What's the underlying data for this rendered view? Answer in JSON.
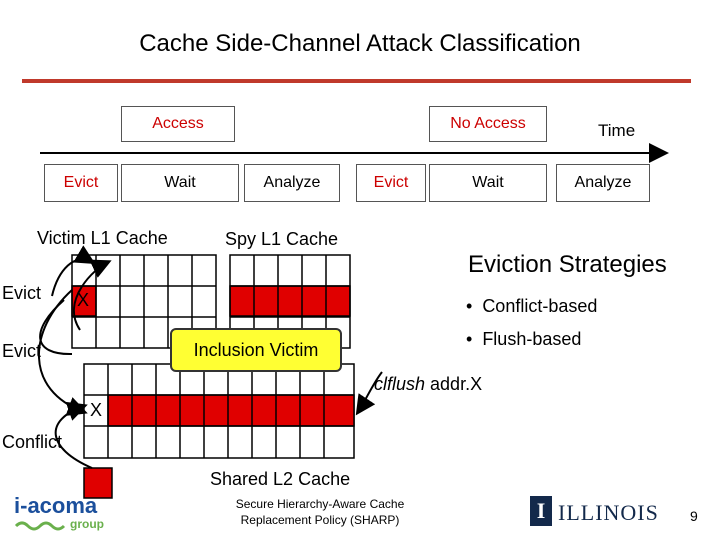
{
  "title": "Cache Side-Channel Attack Classification",
  "timeline": {
    "access": "Access",
    "no_access": "No Access",
    "time": "Time",
    "phases": [
      "Evict",
      "Wait",
      "Analyze",
      "Evict",
      "Wait",
      "Analyze"
    ]
  },
  "caches": {
    "victim_l1": "Victim L1 Cache",
    "spy_l1": "Spy L1 Cache",
    "shared_l2": "Shared L2 Cache",
    "inclusion_victim": "Inclusion Victim",
    "x_mark": "X"
  },
  "side_labels": {
    "evict_1": "Evict",
    "evict_2": "Evict",
    "conflict": "Conflict"
  },
  "eviction": {
    "heading": "Eviction Strategies",
    "strategies": [
      "Conflict-based",
      "Flush-based"
    ],
    "clflush_cmd": "clflush",
    "clflush_arg": " addr.X"
  },
  "footer": {
    "sharp_line1": "Secure Hierarchy-Aware Cache",
    "sharp_line2": "Replacement Policy (SHARP)",
    "logo_left_main": "i-acoma",
    "logo_left_sub": "group",
    "logo_right_letter": "I",
    "logo_right_text": "ILLINOIS",
    "page_number": "9"
  },
  "colors": {
    "accent_red": "#cc0000",
    "cell_red": "#e00000",
    "highlight_yellow": "#ffff33",
    "illinois_blue": "#13294b",
    "acoma_blue": "#1b4f9c",
    "acoma_green": "#6ab04c"
  }
}
